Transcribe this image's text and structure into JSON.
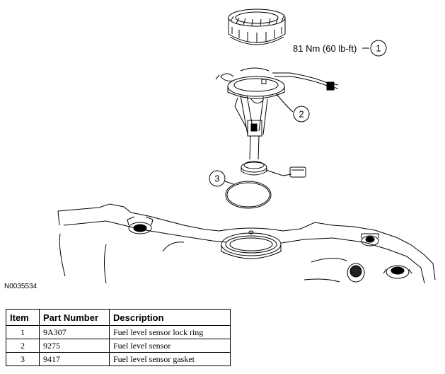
{
  "diagram": {
    "torque_label": "81 Nm (60 lb-ft)",
    "callouts": [
      "1",
      "2",
      "3"
    ],
    "figure_id": "N0035534"
  },
  "table": {
    "headers": [
      "Item",
      "Part Number",
      "Description"
    ],
    "rows": [
      {
        "item": "1",
        "part_number": "9A307",
        "description": "Fuel level sensor lock ring"
      },
      {
        "item": "2",
        "part_number": "9275",
        "description": "Fuel level sensor"
      },
      {
        "item": "3",
        "part_number": "9417",
        "description": "Fuel level sensor gasket"
      }
    ]
  }
}
